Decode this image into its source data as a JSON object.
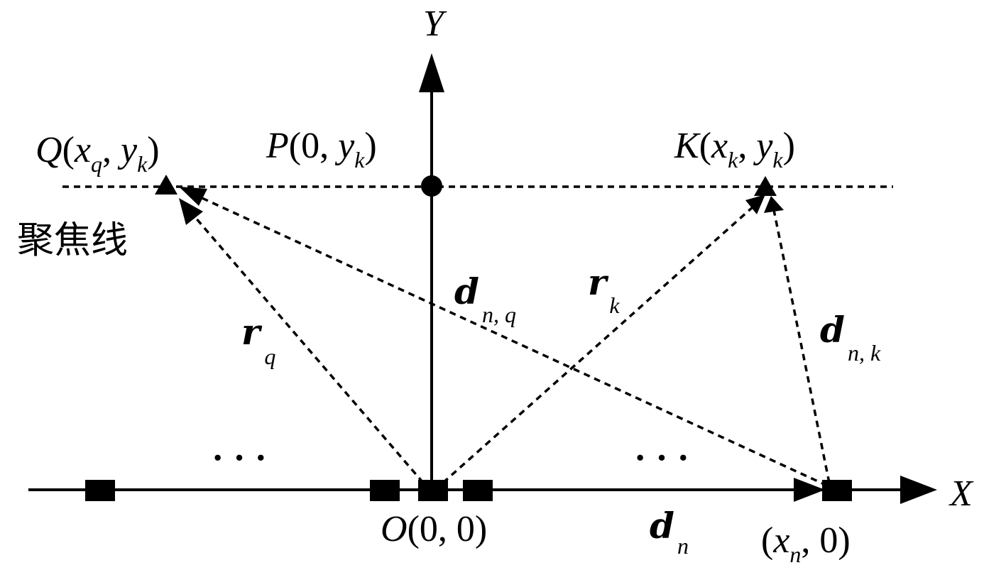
{
  "axes": {
    "x_label": "X",
    "y_label": "Y"
  },
  "points": {
    "Q": {
      "name": "Q",
      "coords": "(x",
      "sub1": "q",
      "mid": ", y",
      "sub2": "k",
      "close": ")"
    },
    "P": {
      "name": "P",
      "coords": "(0, y",
      "sub": "k",
      "close": ")"
    },
    "K": {
      "name": "K",
      "coords": "(x",
      "sub1": "k",
      "mid": ", y",
      "sub2": "k",
      "close": ")"
    },
    "O": {
      "name": "O",
      "coords": "(0, 0)"
    },
    "Xn": {
      "open": "(x",
      "sub": "n",
      "close": ", 0)"
    }
  },
  "focus_line_label": "聚焦线",
  "vectors": {
    "rq": {
      "main": "r",
      "sub": "q"
    },
    "rk": {
      "main": "r",
      "sub": "k"
    },
    "dnq": {
      "main": "d",
      "sub": "n, q"
    },
    "dnk": {
      "main": "d",
      "sub": "n, k"
    },
    "dn": {
      "main": "d",
      "sub": "n"
    }
  },
  "ellipsis_left": "· · ·",
  "ellipsis_right": "· · ·"
}
